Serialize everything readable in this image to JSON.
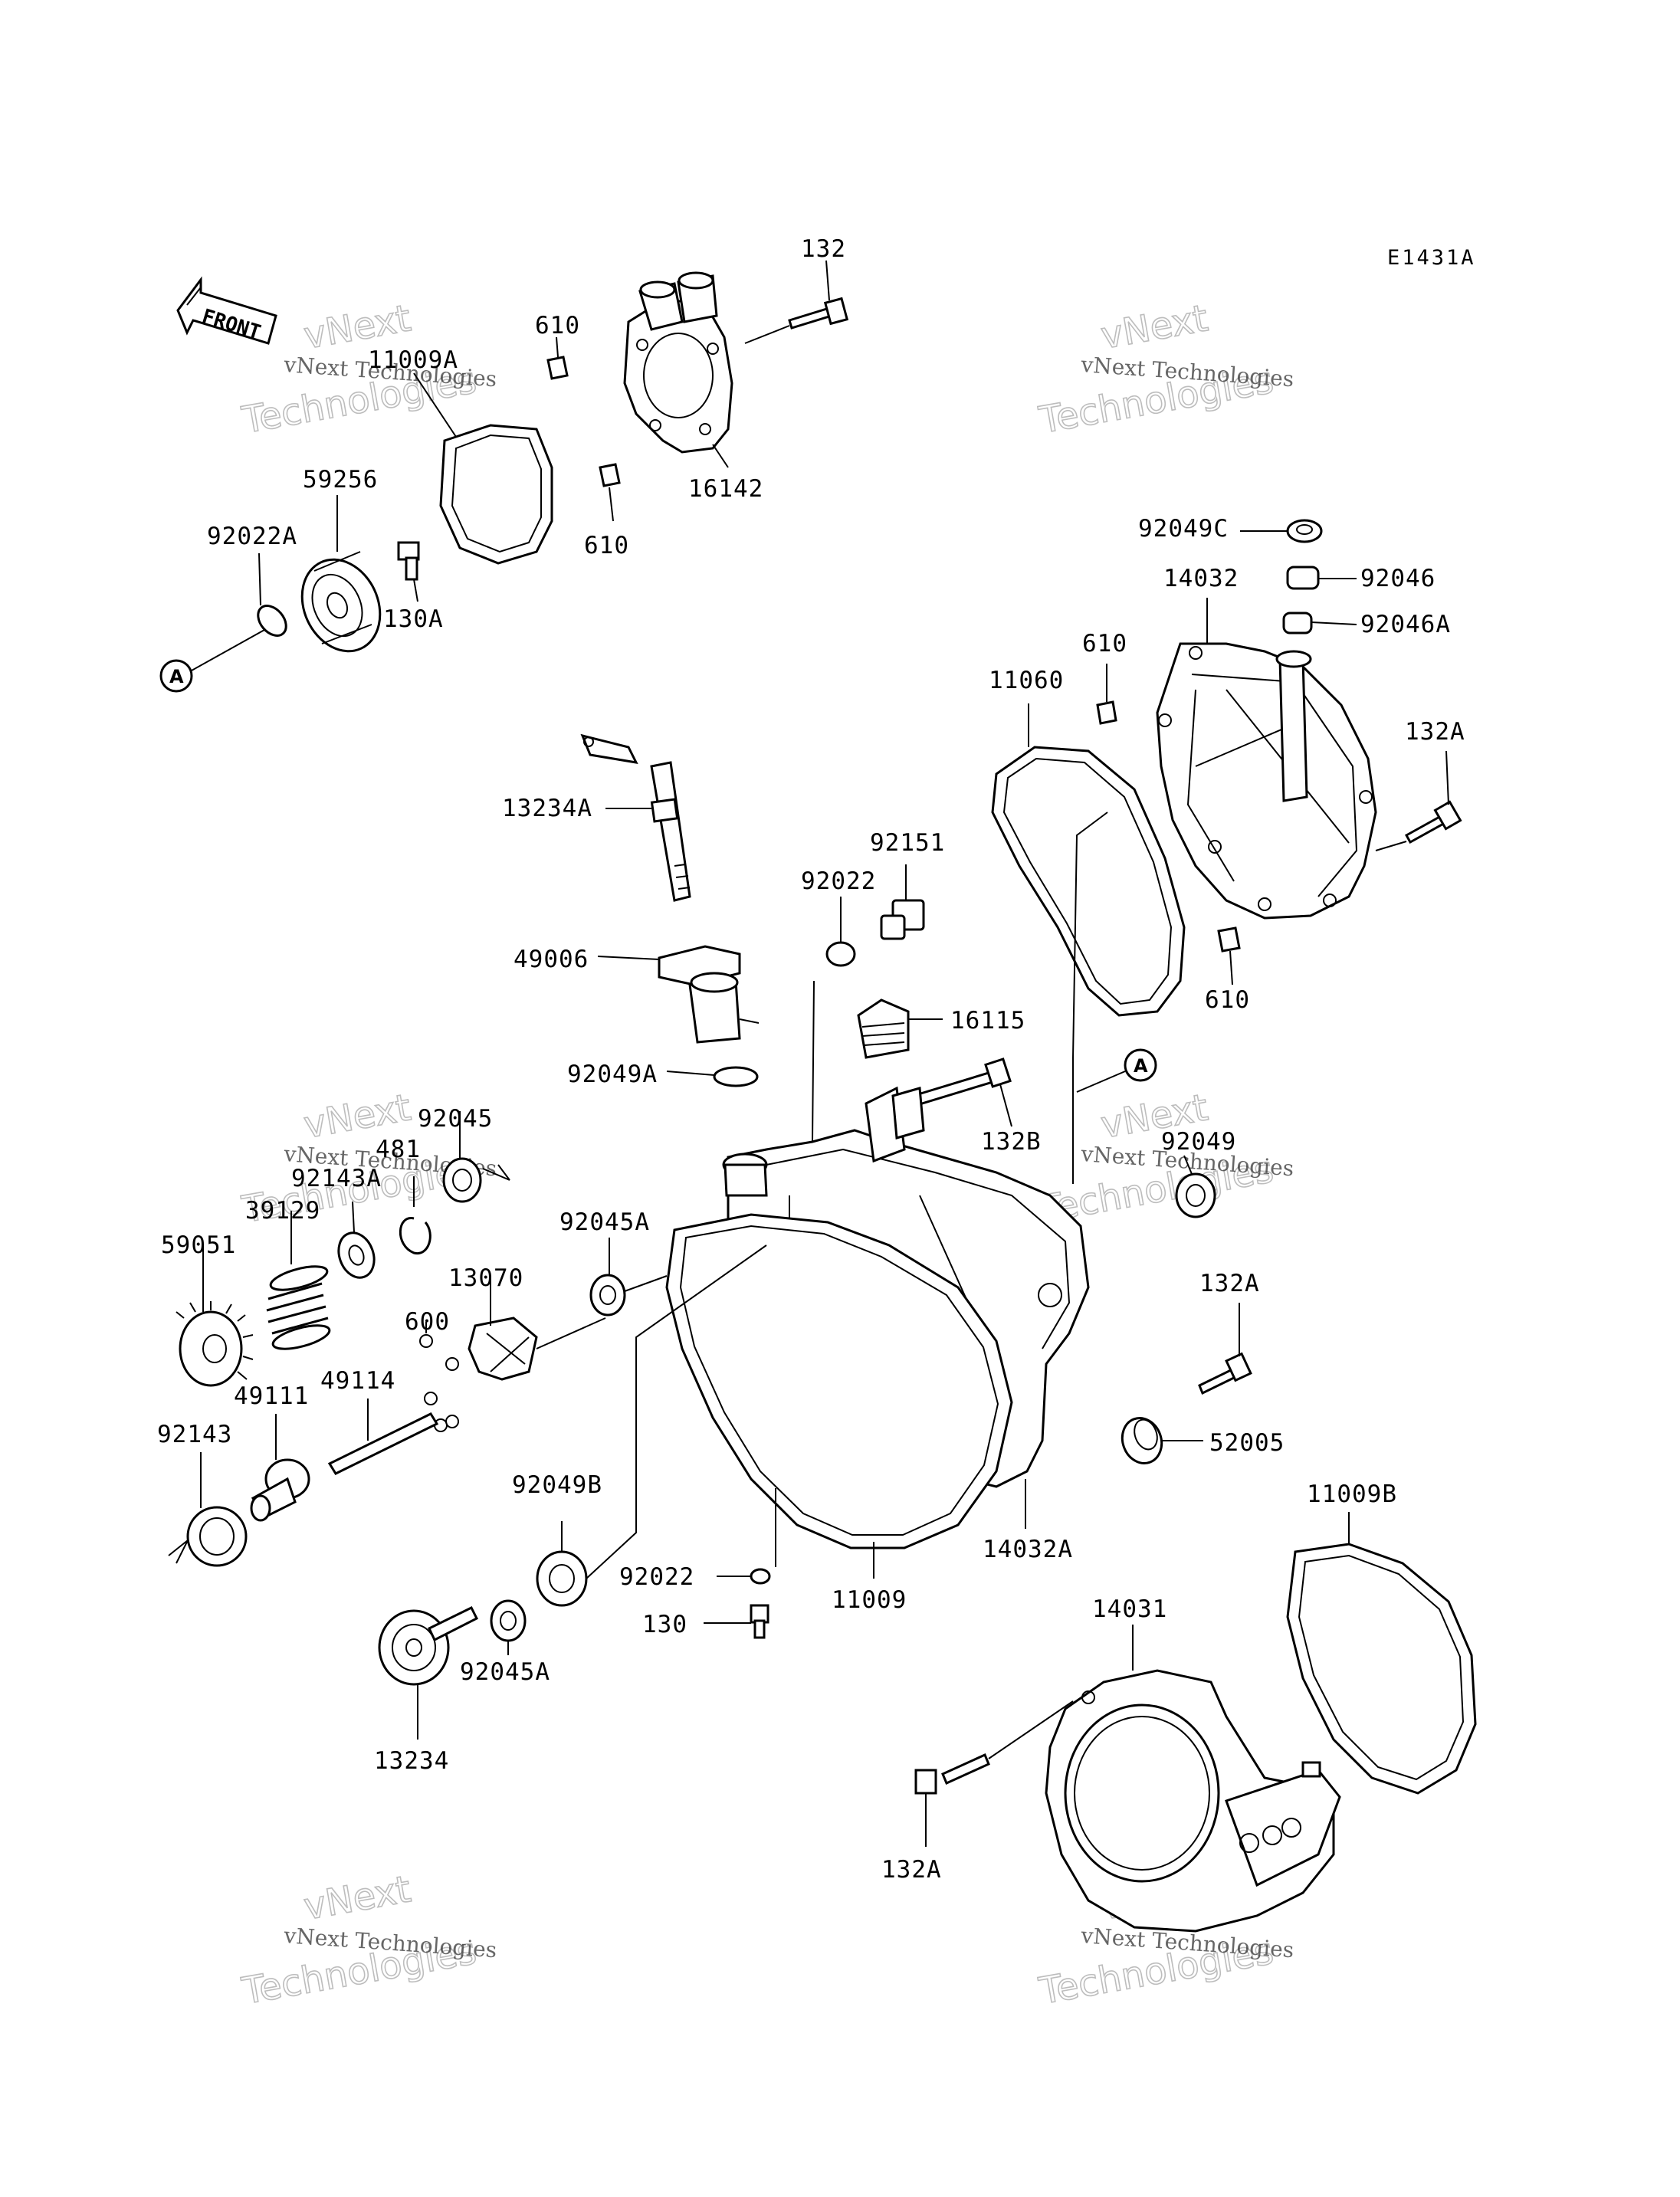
{
  "diagram_code": "E1431A",
  "front_label": "FRONT",
  "ref_marker": "A",
  "watermark": {
    "line1": "vNext Technologies",
    "line2a": "vNext",
    "line2b": "Technologies"
  },
  "labels": {
    "p132": "132",
    "p610_top": "610",
    "p11009A": "11009A",
    "p16142": "16142",
    "p610_mid": "610",
    "p59256": "59256",
    "p92022A": "92022A",
    "p130A": "130A",
    "p92049C": "92049C",
    "p92046": "92046",
    "p14032": "14032",
    "p92046A": "92046A",
    "p11060": "11060",
    "p610_right": "610",
    "p132A_top": "132A",
    "p13234A": "13234A",
    "p92151": "92151",
    "p92022_mid": "92022",
    "p49006": "49006",
    "p610_low": "610",
    "p16115": "16115",
    "p92049A": "92049A",
    "p132B": "132B",
    "p92049": "92049",
    "p92045": "92045",
    "p481": "481",
    "p92143A": "92143A",
    "p39129": "39129",
    "p92045A_upper": "92045A",
    "p59051": "59051",
    "p13070": "13070",
    "p132A_mid": "132A",
    "p600": "600",
    "p49114": "49114",
    "p49111": "49111",
    "p52005": "52005",
    "p92143": "92143",
    "p92049B": "92049B",
    "p11009B": "11009B",
    "p92022_low": "92022",
    "p11009": "11009",
    "p14032A": "14032A",
    "p130": "130",
    "p14031": "14031",
    "p92045A_lower": "92045A",
    "p13234": "13234",
    "p132A_low": "132A"
  }
}
